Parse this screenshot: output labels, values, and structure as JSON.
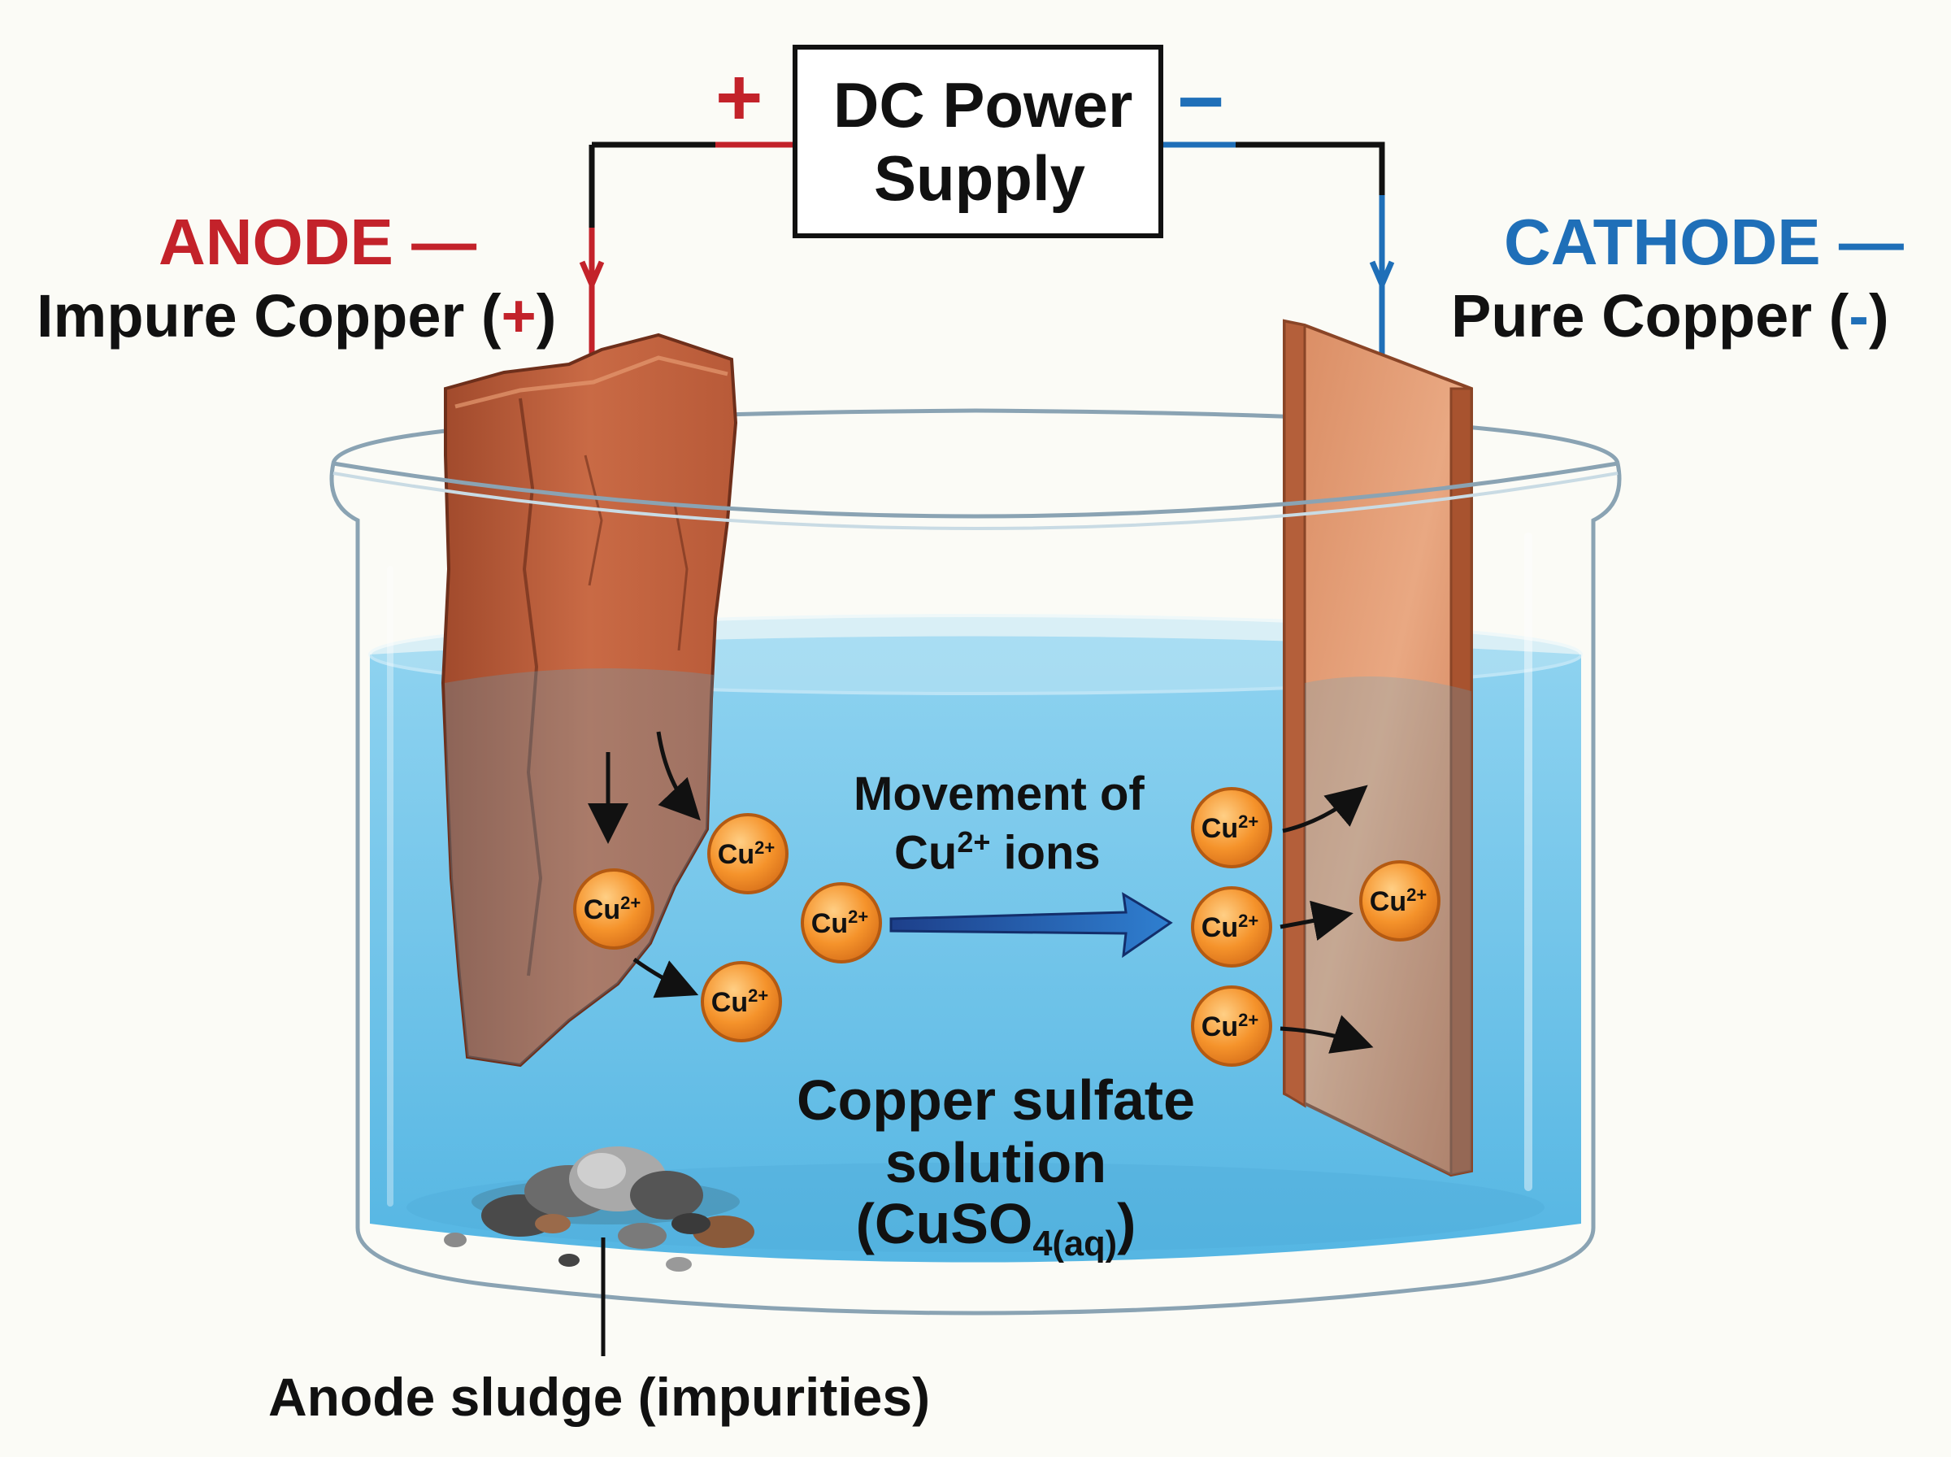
{
  "power_supply": {
    "line1": "DC Power",
    "line2": "Supply",
    "plus_sign": "+",
    "minus_sign": "−"
  },
  "anode": {
    "title": "ANODE —",
    "subtitle_prefix": "Impure Copper (",
    "subtitle_sign": "+",
    "subtitle_suffix": ")"
  },
  "cathode": {
    "title": "CATHODE —",
    "subtitle_prefix": "Pure Copper (",
    "subtitle_sign": "-",
    "subtitle_suffix": ")"
  },
  "movement": {
    "line1": "Movement of",
    "line2_base": "Cu",
    "line2_sup": "2+",
    "line2_rest": " ions"
  },
  "solution": {
    "line1": "Copper sulfate",
    "line2": "solution",
    "formula_base": "(CuSO",
    "formula_sub": "4(aq)",
    "formula_end": ")"
  },
  "sludge": {
    "label": "Anode sludge (impurities)"
  },
  "ion": {
    "base": "Cu",
    "sup": "2+"
  },
  "colors": {
    "anode_red": "#c3222a",
    "cathode_blue": "#1f6fb8",
    "copper": "#c8724a",
    "solution": "#6cc3e8",
    "ion_orange": "#f08a22"
  }
}
